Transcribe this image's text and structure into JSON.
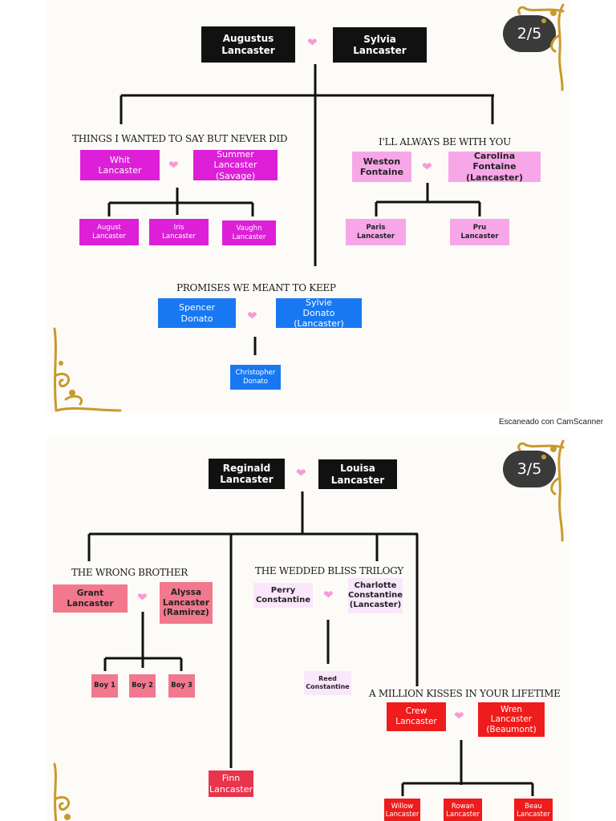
{
  "watermark": "Escaneado con CamScanner",
  "page1": {
    "badge": "2/5",
    "parents": {
      "left": "Augustus\nLancaster",
      "right": "Sylvia\nLancaster"
    },
    "branch1": {
      "title": "THINGS I WANTED TO SAY BUT NEVER DID",
      "left": "Whit\nLancaster",
      "right": "Summer\nLancaster (Savage)",
      "children": [
        "August\nLancaster",
        "Iris\nLancaster",
        "Vaughn\nLancaster"
      ]
    },
    "branch2": {
      "title": "I'LL ALWAYS BE WITH YOU",
      "left": "Weston\nFontaine",
      "right": "Carolina\nFontaine (Lancaster)",
      "children": [
        "Paris\nLancaster",
        "Pru\nLancaster"
      ]
    },
    "branch3": {
      "title": "PROMISES WE MEANT TO KEEP",
      "left": "Spencer\nDonato",
      "right": "Sylvie\nDonato (Lancaster)",
      "children": [
        "Christopher\nDonato"
      ]
    }
  },
  "page2": {
    "badge": "3/5",
    "parents": {
      "left": "Reginald\nLancaster",
      "right": "Louisa\nLancaster"
    },
    "branch1": {
      "title": "THE WRONG BROTHER",
      "left": "Grant\nLancaster",
      "right": "Alyssa\nLancaster\n(Ramirez)",
      "children": [
        "Boy 1",
        "Boy 2",
        "Boy 3"
      ]
    },
    "branch2": {
      "title": "THE WEDDED BLISS TRILOGY",
      "left": "Perry\nConstantine",
      "right": "Charlotte\nConstantine\n(Lancaster)",
      "children": [
        "Reed\nConstantine"
      ]
    },
    "branch3": {
      "title": "A MILLION KISSES IN YOUR LIFETIME",
      "left": "Crew\nLancaster",
      "right": "Wren\nLancaster\n(Beaumont)",
      "children": [
        "Willow\nLancaster",
        "Rowan\nLancaster",
        "Beau\nLancaster"
      ]
    },
    "single": "Finn\nLancaster"
  },
  "colors": {
    "black": "#111111",
    "magenta": "#dd1fd8",
    "light_pink": "#f7a6e8",
    "blue": "#1878f2",
    "coral": "#f2788e",
    "lavender": "#fbe7fb",
    "red": "#ee1c1c",
    "heart": "#f59bd8",
    "ornament_gold": "#c89a2c"
  },
  "icons": [
    "heart-icon",
    "gold-flourish-ornament"
  ]
}
